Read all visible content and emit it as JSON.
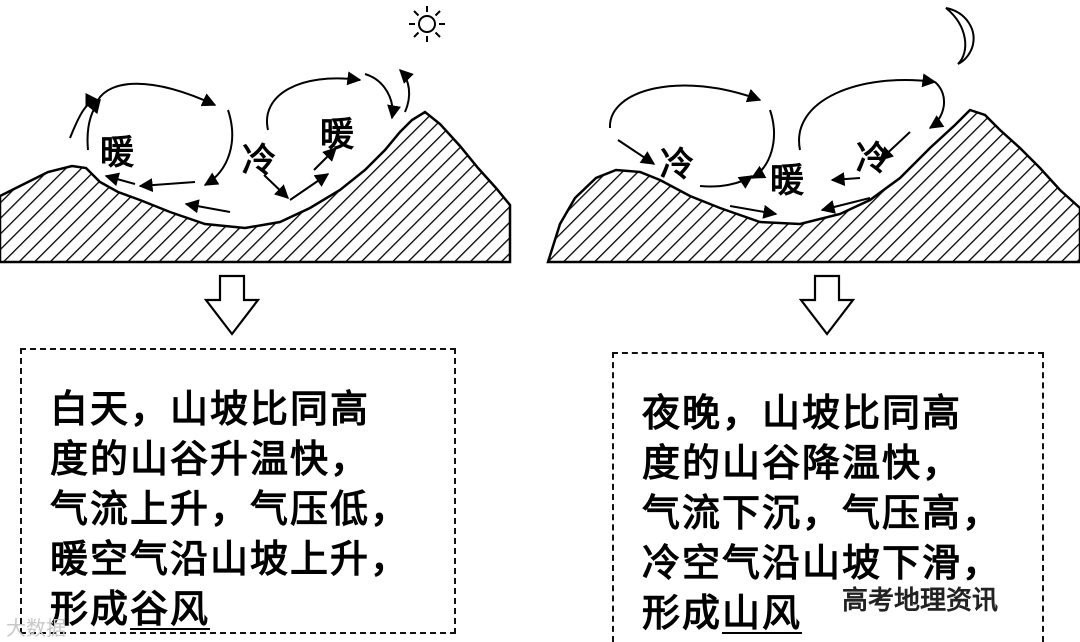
{
  "day_panel": {
    "labels": [
      "暖",
      "冷",
      "暖"
    ],
    "text_lines": [
      "白天，山坡比同高",
      "度的山谷升温快，",
      "气流上升，气压低，",
      "暖空气沿山坡上升，"
    ],
    "conclusion_prefix": "形成",
    "conclusion_answer": "谷风"
  },
  "night_panel": {
    "labels": [
      "冷",
      "暖",
      "冷"
    ],
    "text_lines": [
      "夜晚，山坡比同高",
      "度的山谷降温快，",
      "气流下沉，气压高，",
      "冷空气沿山坡下滑，"
    ],
    "conclusion_prefix": "形成",
    "conclusion_answer": "山风"
  },
  "watermarks": {
    "right": "高考地理资讯",
    "left": "大数据"
  }
}
